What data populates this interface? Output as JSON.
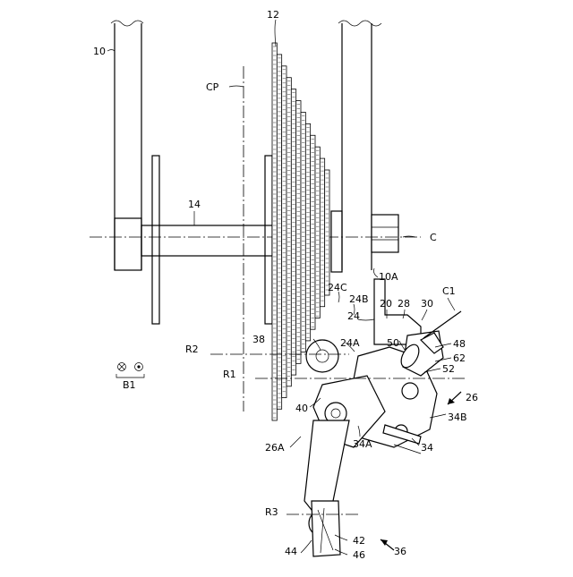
{
  "labels": {
    "frame": "10",
    "cassette": "12",
    "axle": "14",
    "center_plane": "CP",
    "axis_c": "C",
    "drop_out": "10A",
    "bracket_24c": "24C",
    "bracket_24b": "24B",
    "bracket_24": "24",
    "base_20": "20",
    "link_28": "28",
    "cable_30": "30",
    "axis_c1": "C1",
    "pulley_38": "38",
    "r2": "R2",
    "part_24a": "24A",
    "part_50": "50",
    "part_48": "48",
    "part_62": "62",
    "part_52": "52",
    "b1": "B1",
    "r1": "R1",
    "derailleur_26": "26",
    "part_34b": "34B",
    "part_40": "40",
    "part_26a": "26A",
    "part_34a": "34A",
    "part_34": "34",
    "r3": "R3",
    "part_36": "36",
    "part_44": "44",
    "part_42": "42",
    "part_46": "46"
  }
}
